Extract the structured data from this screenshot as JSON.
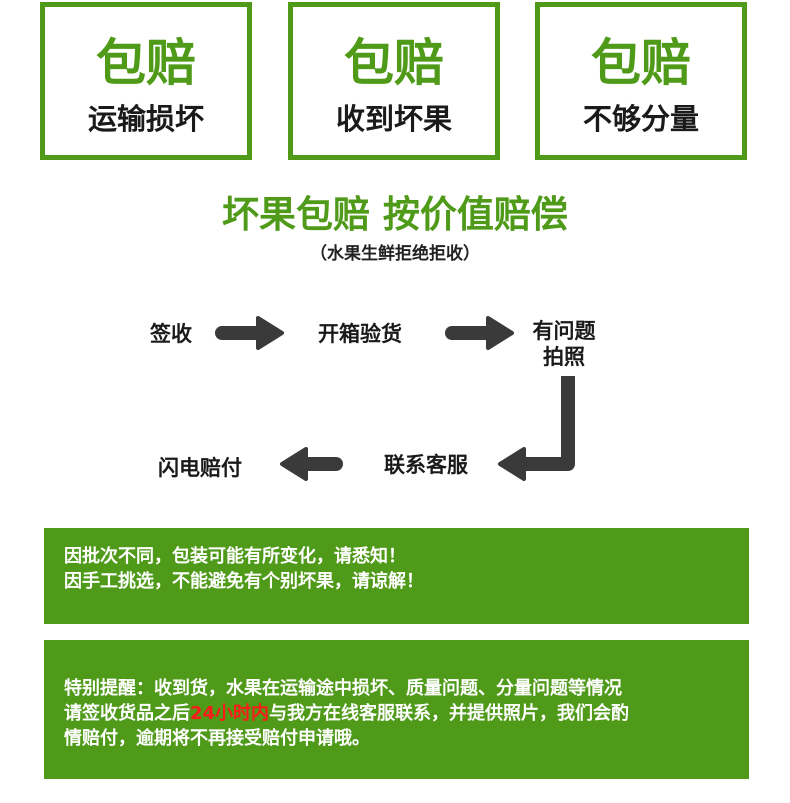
{
  "boxes": [
    {
      "big": "包赔",
      "small": "运输损坏"
    },
    {
      "big": "包赔",
      "small": "收到坏果"
    },
    {
      "big": "包赔",
      "small": "不够分量"
    }
  ],
  "headline": "坏果包赔 按价值赔偿",
  "subline": "（水果生鲜拒绝拒收）",
  "flow": {
    "step1": "签收",
    "step2": "开箱验货",
    "step3_line1": "有问题",
    "step3_line2": "拍照",
    "step4": "联系客服",
    "step5": "闪电赔付"
  },
  "notice1": {
    "line1": "因批次不同，包装可能有所变化，请悉知！",
    "line2": "因手工挑选，不能避免有个别坏果，请谅解！"
  },
  "notice2": {
    "line1": "特别提醒：收到货，水果在运输途中损坏、质量问题、分量问题等情况",
    "line2_before": "请签收货品之后",
    "line2_highlight": "24小时内",
    "line2_after": "与我方在线客服联系，并提供照片，我们会酌",
    "line3": "情赔付，逾期将不再接受赔付申请哦。"
  },
  "colors": {
    "brand_green": "#4f9a19",
    "arrow": "#3a3a3a",
    "highlight_red": "#ff1a1a"
  }
}
